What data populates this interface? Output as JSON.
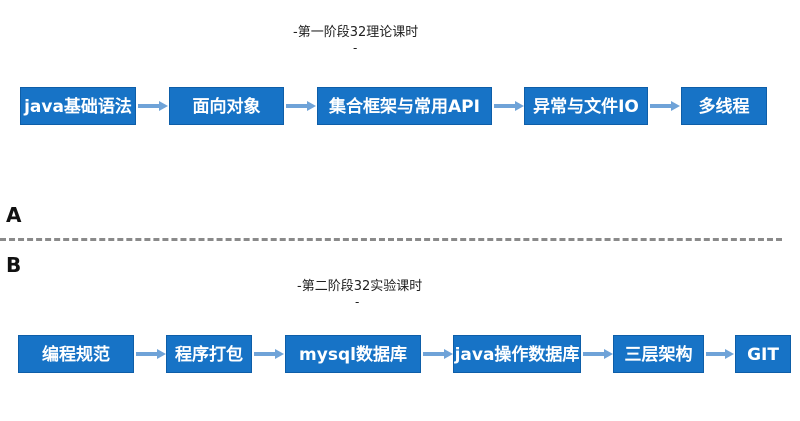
{
  "section_a": {
    "letter": "A",
    "title": "-第一阶段32理论课时",
    "title_tail": "-",
    "steps": [
      "java基础语法",
      "面向对象",
      "集合框架与常用API",
      "异常与文件IO",
      "多线程"
    ]
  },
  "section_b": {
    "letter": "B",
    "title": "-第二阶段32实验课时",
    "title_tail": "-",
    "steps": [
      "编程规范",
      "程序打包",
      "mysql数据库",
      "java操作数据库",
      "三层架构",
      "GIT"
    ]
  }
}
